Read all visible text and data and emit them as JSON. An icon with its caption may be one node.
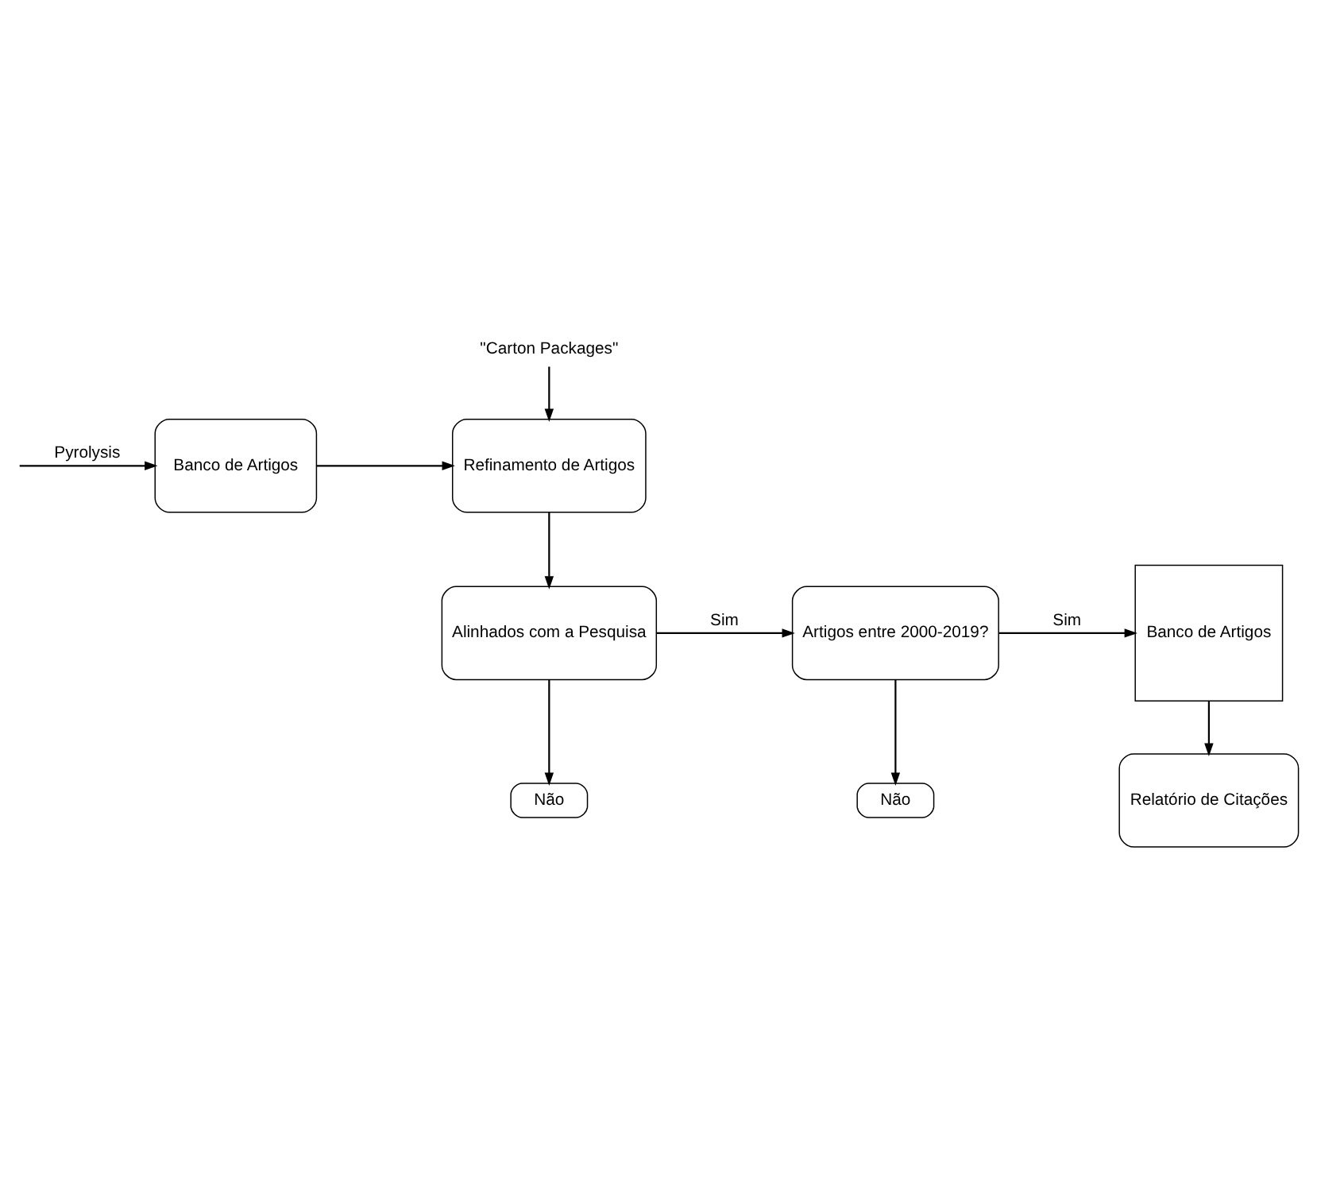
{
  "diagram": {
    "nodes": [
      {
        "text": [
          "\"Carton Packages\""
        ]
      },
      {
        "text": [
          "Banco de Artigos"
        ]
      },
      {
        "text": [
          "Refinamento de Artigos"
        ]
      },
      {
        "text": [
          "Alinhados com a Pesquisa"
        ]
      },
      {
        "text": [
          "Artigos entre 2000-2019?"
        ]
      },
      {
        "text": [
          "Banco de Artigos"
        ]
      },
      {
        "text": [
          "Não"
        ]
      },
      {
        "text": [
          "Não"
        ]
      },
      {
        "text": [
          "Relatório de Citações"
        ]
      }
    ],
    "edges": [
      {
        "from": null,
        "to": 1,
        "arrow": "to",
        "label": "Pyrolysis"
      },
      {
        "from": 1,
        "to": 2,
        "arrow": "to"
      },
      {
        "from": 0,
        "to": 2,
        "arrow": "to"
      },
      {
        "from": 2,
        "to": 3,
        "arrow": "to"
      },
      {
        "from": 3,
        "to": 4,
        "arrow": "to",
        "label": "Sim"
      },
      {
        "from": 4,
        "to": 5,
        "arrow": "to",
        "label": "Sim"
      },
      {
        "from": 4,
        "to": 6,
        "arrow": "to"
      },
      {
        "from": 3,
        "to": 7,
        "arrow": "to"
      },
      {
        "from": 5,
        "to": 8,
        "arrow": "to"
      }
    ]
  }
}
